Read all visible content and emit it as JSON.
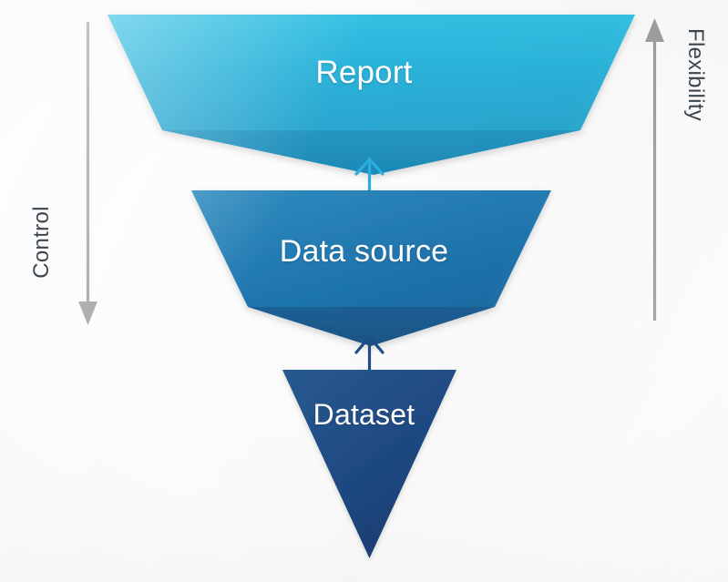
{
  "diagram": {
    "title": "Data hierarchy funnel",
    "background_color": "#fafafa",
    "stages": [
      {
        "id": "report",
        "label": "Report",
        "shape": "trapezoid-inverted",
        "fill_top": "#2dbbe0",
        "fill_bottom": "#26a6cf",
        "fold_color": "#1e8fb8",
        "text_color": "#ffffff"
      },
      {
        "id": "data-source",
        "label": "Data source",
        "shape": "trapezoid-inverted",
        "fill_top": "#2b83b8",
        "fill_bottom": "#1d6ea8",
        "fold_color": "#1c5e93",
        "text_color": "#ffffff"
      },
      {
        "id": "dataset",
        "label": "Dataset",
        "shape": "triangle-inverted",
        "fill_top": "#23518c",
        "fill_bottom": "#1b3d73",
        "text_color": "#ffffff"
      }
    ],
    "connectors": [
      {
        "id": "arrow-datasource-to-report",
        "direction": "up",
        "color": "#29ade0"
      },
      {
        "id": "arrow-dataset-to-datasource",
        "direction": "up",
        "color": "#1d4f87"
      }
    ],
    "axes": [
      {
        "id": "control",
        "label": "Control",
        "direction": "down",
        "color": "#9a9a9a",
        "label_color": "#3c4752",
        "side": "left"
      },
      {
        "id": "flexibility",
        "label": "Flexibility",
        "direction": "up",
        "color": "#9a9a9a",
        "label_color": "#3c4752",
        "side": "right"
      }
    ]
  }
}
